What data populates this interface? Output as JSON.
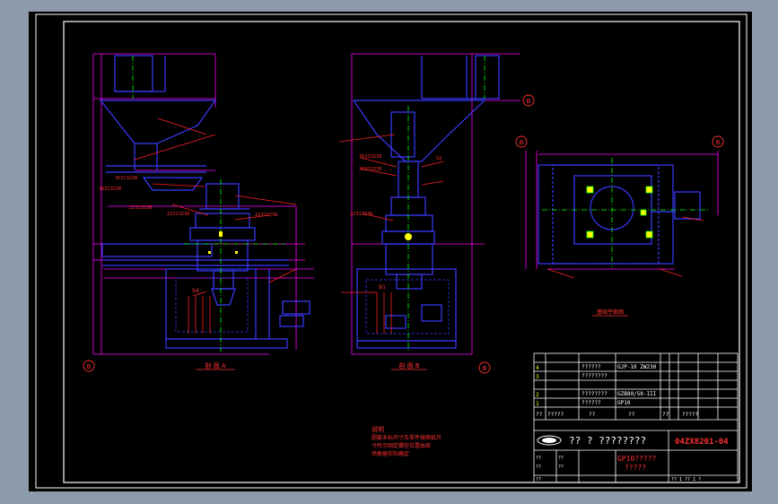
{
  "drawing": {
    "notes_heading": "说明",
    "notes_lines": [
      "圈套未标尺寸及零件按图纸尺",
      "寸所示固定螺栓位置由现",
      "场根据实际确定"
    ],
    "circle_labels": {
      "a": "B",
      "b": "B",
      "c": "B",
      "d": "B",
      "e": "B"
    },
    "section_label_left": "剖 面 A",
    "section_label_mid": "剖 面 B",
    "plan_label": "基础平面图",
    "part_labels_left": [
      "30313236",
      "30313236",
      "22313236",
      "22313236",
      "22313236",
      "S4"
    ],
    "part_labels_mid": [
      "30313236",
      "30313236",
      "22313236",
      "S2",
      "B1"
    ]
  },
  "title_block": {
    "part_rows": [
      {
        "no": "4",
        "name": "??????",
        "code": "GJP-10 ZW230"
      },
      {
        "no": "3",
        "name": "????????",
        "code": ""
      },
      {
        "no": "2",
        "name": "????????",
        "code": "GZB80/50-III"
      },
      {
        "no": "1",
        "name": "??????",
        "code": "GP10"
      }
    ],
    "header_row": [
      "??",
      "?????",
      "??",
      "??",
      "??",
      "?????"
    ],
    "drawing_no": "04ZX8201-04",
    "main_title": "?? ? ????????",
    "product_name": "GP10?????",
    "subtitle": "?????",
    "footer_cells": [
      "??",
      "??",
      "??",
      "??",
      "??"
    ],
    "sheet_info": "?? 1 ?? 1 ?"
  },
  "colors": {
    "background": "#8c9aab",
    "paper": "#000000",
    "frame": "#ffffff",
    "structure": "#3a3aff",
    "dims": "#ff00ff",
    "center": "#00ff00",
    "leader": "#ff2020",
    "text": "#ff3030",
    "white": "#ffffff",
    "yellow": "#ffff00"
  }
}
